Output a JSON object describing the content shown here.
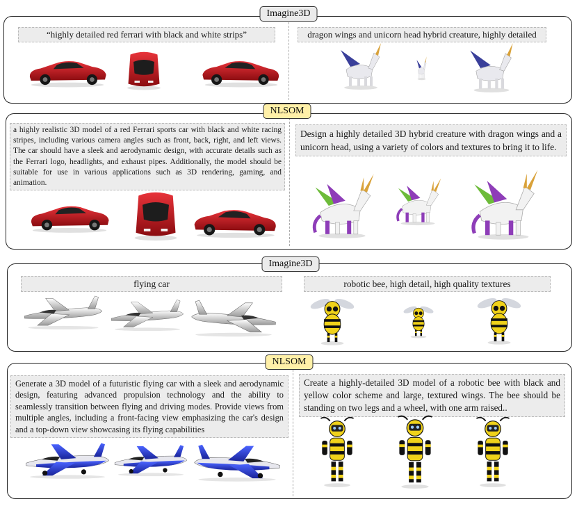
{
  "panels": [
    {
      "tag": "Imagine3D",
      "left_prompt": "“highly detailed red ferrari with black and white strips”",
      "right_prompt": "dragon wings and unicorn head hybrid creature, highly detailed"
    },
    {
      "tag": "NLSOM",
      "left_prompt": "a highly realistic 3D model of a red Ferrari sports car with black and white racing stripes, including various camera angles such as front, back, right, and left views. The car should have a sleek and aerodynamic design, with accurate details such as the Ferrari logo, headlights, and exhaust pipes. Additionally, the model should be suitable for use in various applications such as 3D rendering, gaming, and animation.",
      "right_prompt": "Design a highly detailed 3D hybrid creature with dragon wings and a unicorn head, using a variety of colors and textures to bring it to life."
    },
    {
      "tag": "Imagine3D",
      "left_prompt": "flying car",
      "right_prompt": "robotic bee, high detail, high quality textures"
    },
    {
      "tag": "NLSOM",
      "left_prompt": "Generate a 3D model of a futuristic flying car with a sleek and aerodynamic design, featuring advanced propulsion technology and the ability to seamlessly transition between flying and driving modes. Provide views from multiple angles, including a front-facing view emphasizing the car's design and a top-down view showcasing its flying capabilities",
      "right_prompt": "Create a highly-detailed 3D model of a robotic bee with black and yellow color scheme and large, textured wings. The bee should be standing on two legs and a wheel, with one arm raised.."
    }
  ],
  "colors": {
    "imagine_tag": "#ebebeb",
    "nlsom_tag": "#fff0a8",
    "ferrari_red": "#c8161d",
    "creature_green": "#6dbb3a",
    "creature_purple": "#8e3db8",
    "jet_blue": "#2a3fd0",
    "bee_yellow": "#f0d21a"
  }
}
